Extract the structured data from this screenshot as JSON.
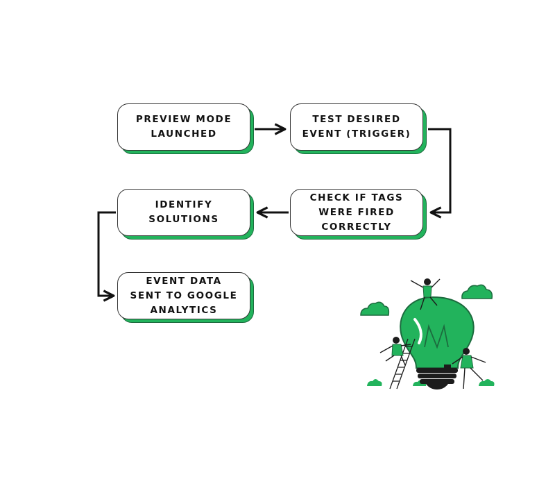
{
  "diagram": {
    "steps": [
      {
        "id": "preview",
        "label": "PREVIEW MODE\nLAUNCHED"
      },
      {
        "id": "test",
        "label": "TEST DESIRED\nEVENT (TRIGGER)"
      },
      {
        "id": "check",
        "label": "CHECK IF TAGS\nWERE FIRED\nCORRECTLY"
      },
      {
        "id": "identify",
        "label": "IDENTIFY\nSOLUTIONS"
      },
      {
        "id": "event",
        "label": "EVENT DATA\nSENT TO GOOGLE\nANALYTICS"
      }
    ],
    "edges": [
      {
        "from": "preview",
        "to": "test"
      },
      {
        "from": "test",
        "to": "check"
      },
      {
        "from": "check",
        "to": "identify"
      },
      {
        "from": "identify",
        "to": "event"
      }
    ]
  },
  "colors": {
    "accent": "#22b35c",
    "accent_dark": "#1c6b3e",
    "border": "#333333",
    "text": "#111111",
    "arrow": "#111111"
  },
  "illustration": {
    "icon": "lightbulb-teamwork-illustration"
  }
}
